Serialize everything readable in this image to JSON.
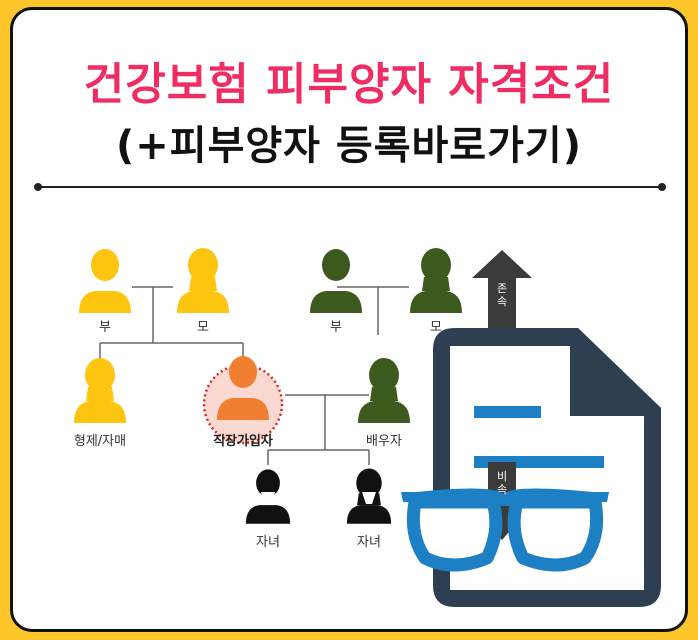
{
  "title": {
    "main": "건강보험 피부양자 자격조건",
    "sub": "(+피부양자 등록바로가기)"
  },
  "diagram": {
    "left_father": "부",
    "left_mother": "모",
    "right_father": "부",
    "right_mother": "모",
    "sibling": "형제/자매",
    "subscriber": "직장가입자",
    "spouse": "배우자",
    "child_1": "자녀",
    "child_2": "자녀",
    "up_arrow": "존속",
    "down_arrow": "비속"
  },
  "colors": {
    "background": "#fdc72c",
    "title_main": "#ef2d62",
    "person_yellow": "#fdc410",
    "person_green": "#3c5a1d",
    "person_orange": "#f07f31",
    "document": "#2d3f50",
    "document_line": "#1e80c4",
    "glasses": "#1e80c4"
  },
  "icons": [
    "person-icon",
    "document-icon",
    "glasses-icon",
    "arrow-up-icon",
    "arrow-down-icon"
  ]
}
